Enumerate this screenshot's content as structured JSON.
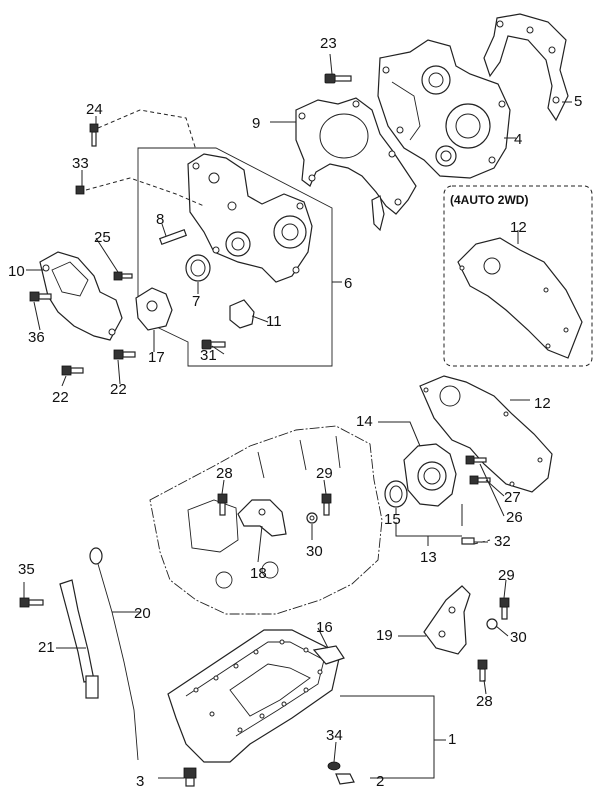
{
  "diagram": {
    "note": "(4AUTO 2WD)",
    "callouts": [
      "1",
      "2",
      "3",
      "4",
      "5",
      "6",
      "7",
      "8",
      "9",
      "10",
      "11",
      "12",
      "12",
      "13",
      "14",
      "15",
      "16",
      "17",
      "18",
      "19",
      "20",
      "21",
      "22",
      "22",
      "23",
      "24",
      "25",
      "26",
      "27",
      "28",
      "28",
      "29",
      "29",
      "30",
      "30",
      "31",
      "32",
      "33",
      "34",
      "35",
      "36"
    ]
  }
}
